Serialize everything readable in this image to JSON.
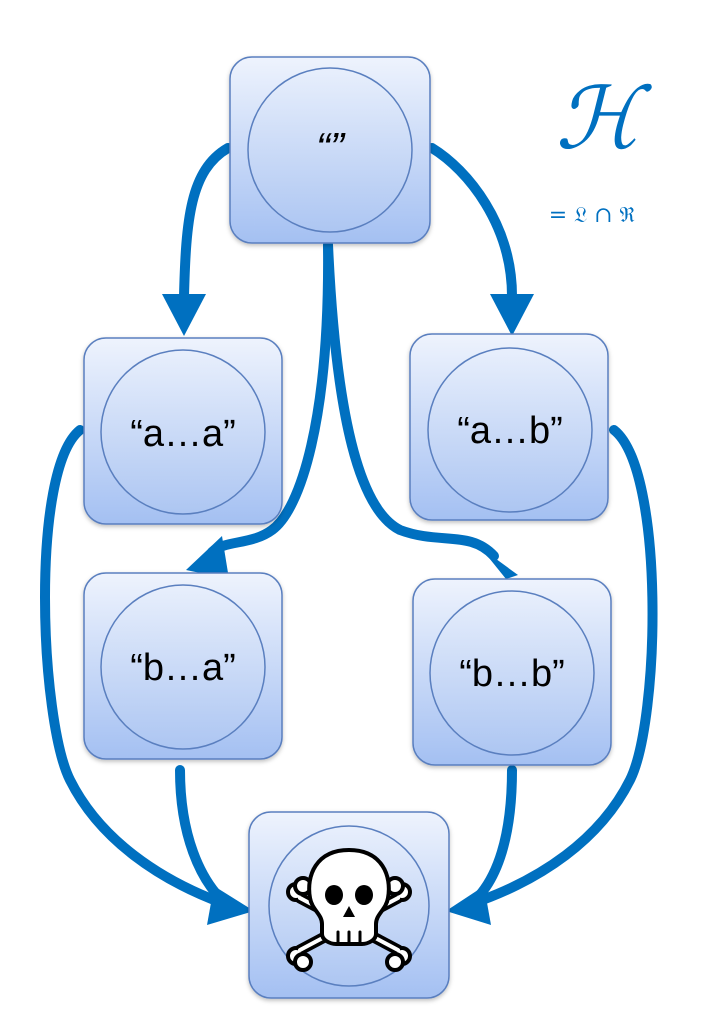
{
  "title": {
    "symbol": "ℋ",
    "subtitle": "= 𝔏 ∩ ℜ"
  },
  "nodes": [
    {
      "id": "root",
      "label": "“”"
    },
    {
      "id": "aa",
      "label": "“a…a”"
    },
    {
      "id": "ab",
      "label": "“a…b”"
    },
    {
      "id": "ba",
      "label": "“b…a”"
    },
    {
      "id": "bb",
      "label": "“b…b”"
    },
    {
      "id": "sink",
      "label": "",
      "icon": "skull-crossbones-icon"
    }
  ],
  "edges": [
    {
      "from": "root",
      "to": "aa"
    },
    {
      "from": "root",
      "to": "ab"
    },
    {
      "from": "root",
      "to": "ba"
    },
    {
      "from": "root",
      "to": "bb"
    },
    {
      "from": "aa",
      "to": "sink"
    },
    {
      "from": "ab",
      "to": "sink"
    },
    {
      "from": "ba",
      "to": "sink"
    },
    {
      "from": "bb",
      "to": "sink"
    }
  ],
  "colors": {
    "arrow": "#0070c0",
    "node_fill_top": "#eef3fd",
    "node_fill_bottom": "#a4c0f2",
    "node_stroke": "#5a7fbf",
    "title": "#0070c0"
  }
}
